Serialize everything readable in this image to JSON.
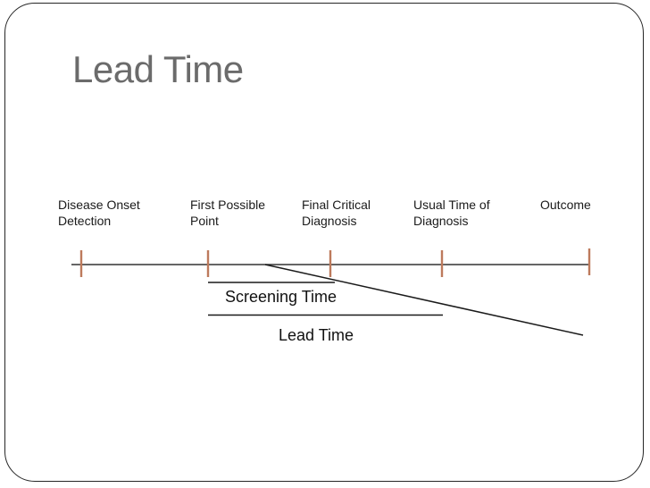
{
  "slide": {
    "title": "Lead Time"
  },
  "timeline": {
    "milestones": [
      {
        "line1": "Disease Onset",
        "line2": "Detection"
      },
      {
        "line1": "First Possible",
        "line2": "Point"
      },
      {
        "line1": "Final Critical",
        "line2": "Diagnosis"
      },
      {
        "line1": "Usual Time of",
        "line2": "Diagnosis"
      },
      {
        "line1": "Outcome",
        "line2": ""
      }
    ]
  },
  "annotations": {
    "screening_time": "Screening Time",
    "lead_time": "Lead Time"
  },
  "colors": {
    "tick_mark": "#bd7a5c",
    "timeline_line": "#333333",
    "bracket_line": "#1a1a1a",
    "title_text": "#6b6b6b",
    "label_text": "#1a1a1a",
    "frame_border": "#262626",
    "background": "#ffffff"
  }
}
